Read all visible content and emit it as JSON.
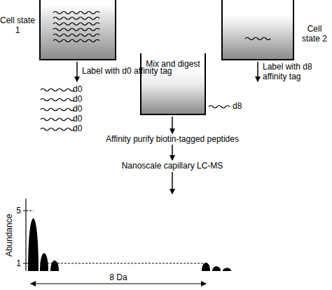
{
  "diagram": {
    "nodes": [
      {
        "text": [
          "Cell state 1"
        ]
      },
      {
        "text": [
          "Cell state 2"
        ]
      },
      {
        "text": [
          "Mix and digest"
        ]
      }
    ],
    "labels": [
      "Label with d0 affinity tag",
      "d0",
      "d0",
      "d0",
      "d0",
      "d0",
      "Label with d8 affinity tag",
      "d8",
      "Affinity purify biotin-tagged peptides",
      "Nanoscale capillary LC-MS",
      "5",
      "1",
      "Abundance",
      "8 Da"
    ]
  }
}
